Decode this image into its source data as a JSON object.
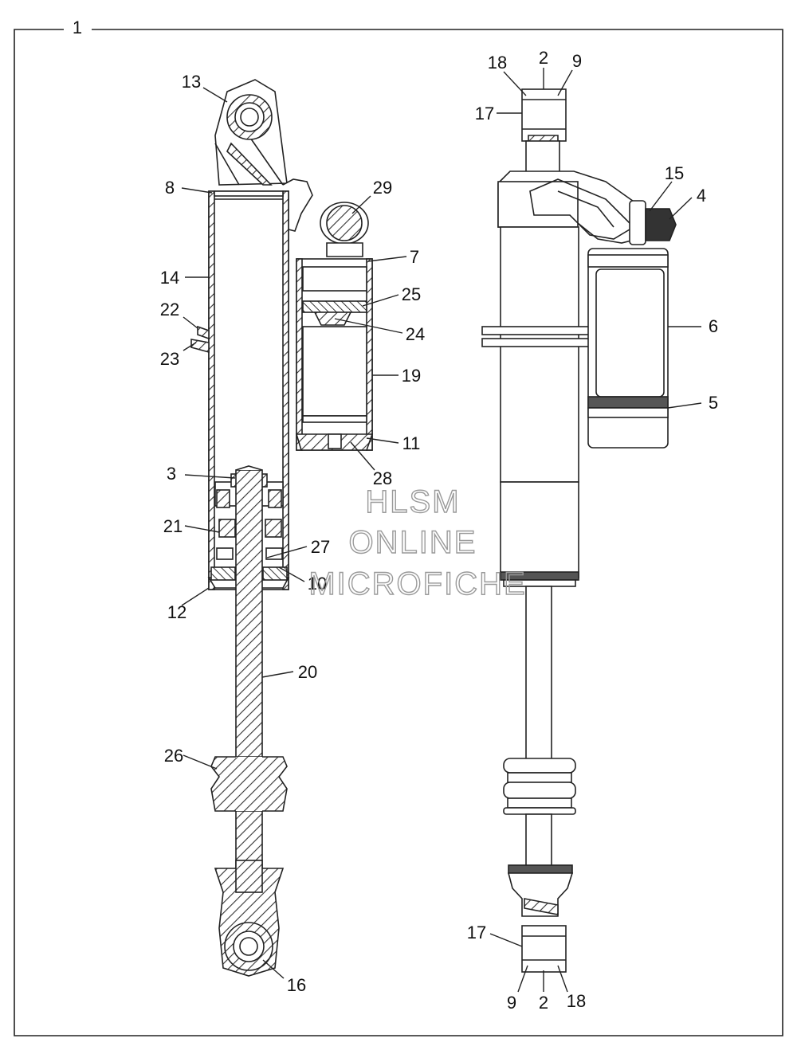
{
  "watermark": {
    "line1": "HLSM",
    "line2": "ONLINE",
    "line3": "MICROFICHE"
  },
  "assembly_callout": "1",
  "callouts": [
    {
      "id": "c13",
      "text": "13"
    },
    {
      "id": "c8",
      "text": "8"
    },
    {
      "id": "c29",
      "text": "29"
    },
    {
      "id": "c7",
      "text": "7"
    },
    {
      "id": "c14",
      "text": "14"
    },
    {
      "id": "c25",
      "text": "25"
    },
    {
      "id": "c22",
      "text": "22"
    },
    {
      "id": "c24",
      "text": "24"
    },
    {
      "id": "c23",
      "text": "23"
    },
    {
      "id": "c19",
      "text": "19"
    },
    {
      "id": "c11",
      "text": "11"
    },
    {
      "id": "c3",
      "text": "3"
    },
    {
      "id": "c28",
      "text": "28"
    },
    {
      "id": "c21",
      "text": "21"
    },
    {
      "id": "c27",
      "text": "27"
    },
    {
      "id": "c10",
      "text": "10"
    },
    {
      "id": "c12",
      "text": "12"
    },
    {
      "id": "c20",
      "text": "20"
    },
    {
      "id": "c26",
      "text": "26"
    },
    {
      "id": "c16",
      "text": "16"
    },
    {
      "id": "r18a",
      "text": "18"
    },
    {
      "id": "r2a",
      "text": "2"
    },
    {
      "id": "r9a",
      "text": "9"
    },
    {
      "id": "r17a",
      "text": "17"
    },
    {
      "id": "r15",
      "text": "15"
    },
    {
      "id": "r4",
      "text": "4"
    },
    {
      "id": "r6",
      "text": "6"
    },
    {
      "id": "r5",
      "text": "5"
    },
    {
      "id": "r17b",
      "text": "17"
    },
    {
      "id": "r9b",
      "text": "9"
    },
    {
      "id": "r2b",
      "text": "2"
    },
    {
      "id": "r18b",
      "text": "18"
    }
  ]
}
